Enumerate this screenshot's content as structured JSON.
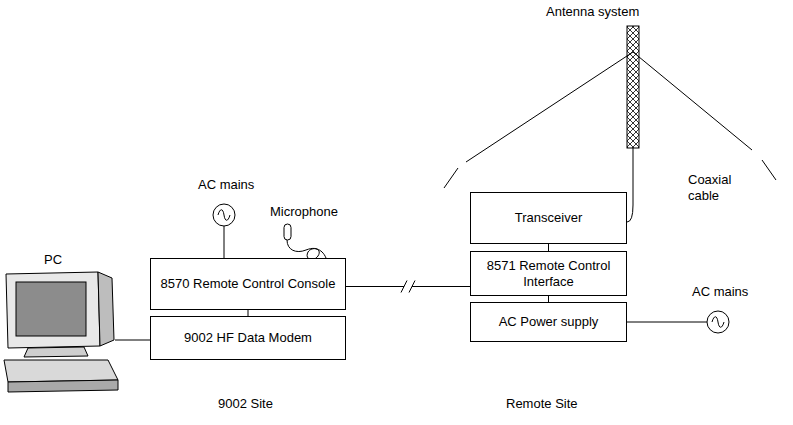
{
  "diagram": {
    "nodes": [
      {
        "text": [
          "Transceiver"
        ]
      },
      {
        "text": [
          "8570 Remote Control Console"
        ]
      },
      {
        "text": [
          "8571 Remote Control Interface"
        ]
      },
      {
        "text": [
          "9002 HF Data Modem"
        ]
      },
      {
        "text": [
          "AC Power supply"
        ]
      }
    ],
    "edges": [
      {
        "from": 1,
        "to": 2,
        "arrow": "none"
      },
      {
        "from": 0,
        "to": 2,
        "arrow": "none"
      },
      {
        "from": 2,
        "to": 4,
        "arrow": "none"
      },
      {
        "from": 1,
        "to": 3,
        "arrow": "none"
      }
    ],
    "labels": [
      "Antenna system",
      "Coaxial cable",
      "AC mains",
      "Microphone",
      "PC",
      "AC mains",
      "9002 Site",
      "Remote Site"
    ]
  }
}
